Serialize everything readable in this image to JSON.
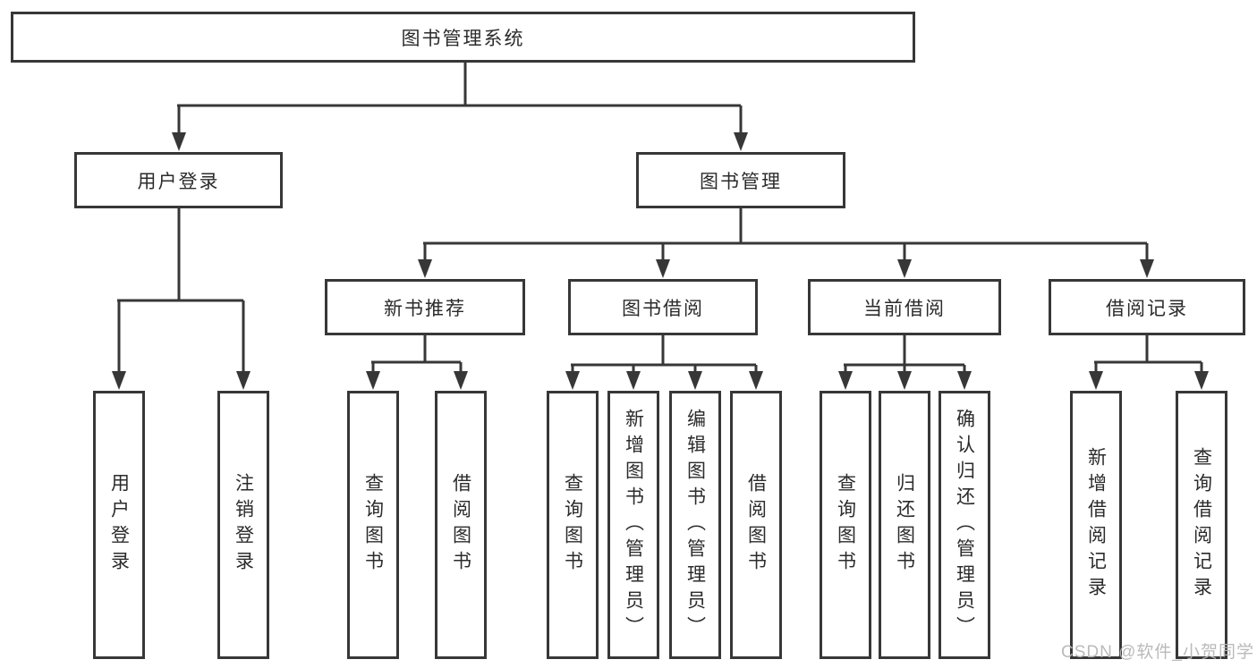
{
  "tree": {
    "root": {
      "label": "图书管理系统"
    },
    "branches": [
      {
        "label": "用户登录",
        "children": [
          {
            "label": "用户登录"
          },
          {
            "label": "注销登录"
          }
        ]
      },
      {
        "label": "图书管理",
        "children": [
          {
            "label": "新书推荐",
            "children": [
              {
                "label": "查询图书"
              },
              {
                "label": "借阅图书"
              }
            ]
          },
          {
            "label": "图书借阅",
            "children": [
              {
                "label": "查询图书"
              },
              {
                "label": "新增图书（管理员）"
              },
              {
                "label": "编辑图书（管理员）"
              },
              {
                "label": "借阅图书"
              }
            ]
          },
          {
            "label": "当前借阅",
            "children": [
              {
                "label": "查询图书"
              },
              {
                "label": "归还图书"
              },
              {
                "label": "确认归还（管理员）"
              }
            ]
          },
          {
            "label": "借阅记录",
            "children": [
              {
                "label": "新增借阅记录"
              },
              {
                "label": "查询借阅记录"
              }
            ]
          }
        ]
      }
    ]
  },
  "watermark": "CSDN @软件_小贺同学",
  "colors": {
    "line": "#373737",
    "text": "#2b2b2b",
    "watermark": "#b6b6b6",
    "background": "#ffffff"
  }
}
